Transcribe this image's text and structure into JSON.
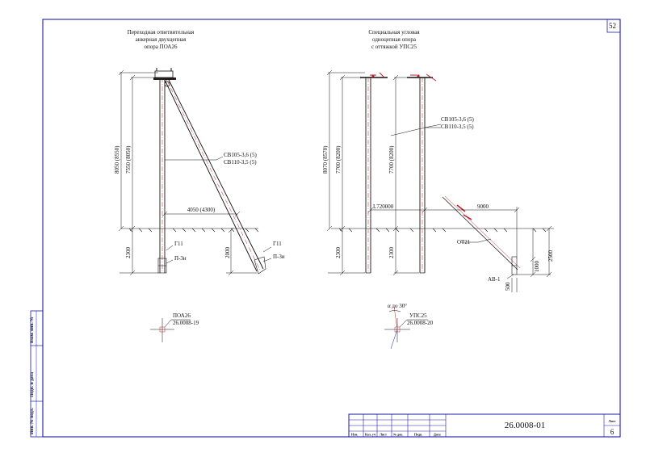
{
  "sheet": {
    "page_number": "52",
    "document_code": "26.0008-01",
    "sheet_label": "Лист",
    "sheet_number": "6",
    "side_labels": [
      "Взам. инв. №",
      "Подп. и дата",
      "Инв. № подл."
    ],
    "stamp_labels": [
      "Изм.",
      "Кол. уч",
      "Лист",
      "№ док.",
      "Подп.",
      "Дата"
    ]
  },
  "left_pole": {
    "title": [
      "Переходная ответвительная",
      "анкерная двухцепная",
      "опора ПОА26"
    ],
    "dim_total": "8050 (8550)",
    "dim_above": "7550 (8050)",
    "dim_below": "2300",
    "insulator_1": "СВ105-3,6 (5)",
    "insulator_2": "СВ110-3,5 (5)",
    "stay_offset": "4050 (4300)",
    "stay_depth": "2000",
    "foot_label_1": "Г11",
    "foot_label_2": "П-3и",
    "stay_foot_label_1": "Г11",
    "stay_foot_label_2": "П-3и",
    "plan_name": "ПОА26",
    "plan_code": "26.0008-19"
  },
  "right_pole": {
    "title": [
      "Специальная угловая",
      "одноцепная опора",
      "с оттяжкой УПС25"
    ],
    "dim_total": "8070 (8570)",
    "dim_above_1": "7700 (8200)",
    "dim_below_1": "2300",
    "dim_above_2": "7700 (8200)",
    "dim_below_2": "2300",
    "insulator_1": "СВ105-3,6 (5)",
    "insulator_2": "СВ110-3,5 (5)",
    "bracket": "L720000",
    "stay_offset": "9000",
    "stay_label": "ОТ21",
    "anchor_label": "АВ-1",
    "anchor_dim_1": "1000",
    "anchor_dim_2": "2500",
    "anchor_dim_3": "500",
    "angle_label": "α до 30°",
    "plan_name": "УПС25",
    "plan_code": "26.0008-20"
  },
  "colors": {
    "line": "#111111",
    "frame": "#1b1ba8",
    "accent": "#c0202a"
  }
}
